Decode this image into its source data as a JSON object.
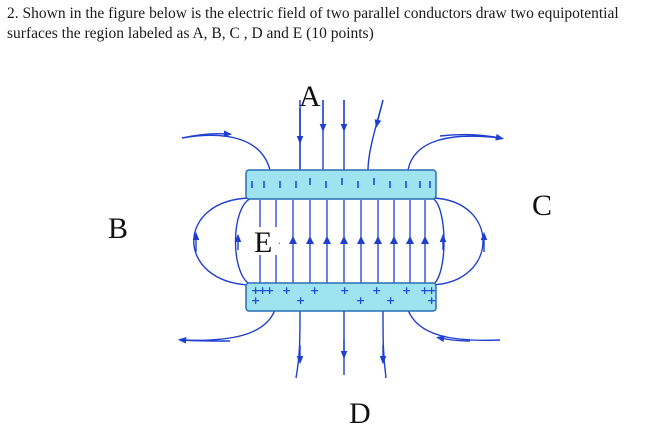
{
  "question": {
    "line1": "2. Shown in the figure below is the electric field of two parallel conductors draw two equipotential",
    "line2": "surfaces the region labeled as  A, B,  C , D and E  (10 points)"
  },
  "figure": {
    "labels": {
      "a": "A",
      "b": "B",
      "c": "C",
      "d": "D",
      "e": "E"
    },
    "colors": {
      "field_line": "#1f3fd1",
      "plate_fill": "#9fe3f0",
      "plate_stroke": "#2a6fb0",
      "charge": "#1a4fd6"
    }
  }
}
